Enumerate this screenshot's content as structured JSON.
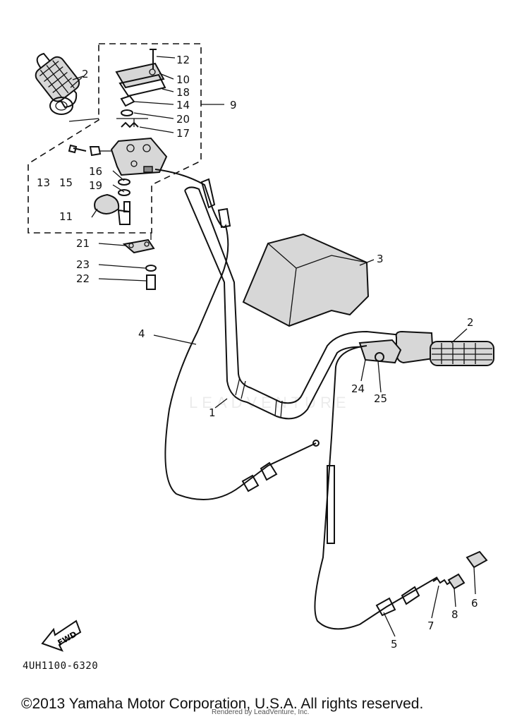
{
  "diagram": {
    "callouts": [
      "1",
      "2",
      "2",
      "3",
      "4",
      "5",
      "6",
      "7",
      "8",
      "9",
      "10",
      "11",
      "12",
      "13",
      "14",
      "15",
      "16",
      "17",
      "18",
      "19",
      "20",
      "21",
      "22",
      "23",
      "24",
      "25"
    ],
    "fwd_label": "FWD",
    "diagram_code": "4UH1100-6320",
    "watermark": "LEADVENTURE"
  },
  "footer": {
    "copyright": "©2013 Yamaha Motor Corporation, U.S.A. All rights reserved.",
    "rendered_by": "Rendered by LeadVenture, Inc."
  }
}
